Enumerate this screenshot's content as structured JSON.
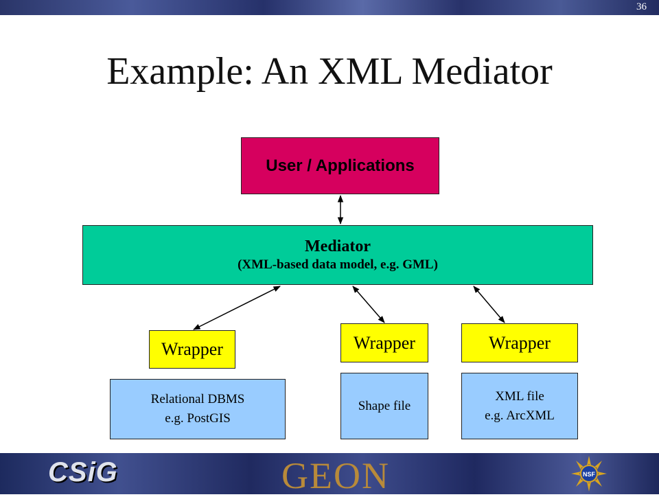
{
  "slide": {
    "page_number": "36",
    "title": "Example: An XML Mediator"
  },
  "diagram": {
    "user": "User / Applications",
    "mediator": {
      "line1": "Mediator",
      "line2": "(XML-based data model, e.g. GML)"
    },
    "wrappers": [
      "Wrapper",
      "Wrapper",
      "Wrapper"
    ],
    "sources": [
      {
        "line1": "Relational DBMS",
        "line2": "e.g. PostGIS"
      },
      {
        "line1": "Shape file",
        "line2": ""
      },
      {
        "line1": "XML file",
        "line2": "e.g. ArcXML"
      }
    ],
    "colors": {
      "user": "#d6005e",
      "mediator": "#00cc99",
      "wrapper": "#ffff00",
      "source": "#99ccff"
    }
  },
  "footer": {
    "left_logo": "CSiG",
    "center_logo": "GEON",
    "right_logo": "NSF"
  }
}
